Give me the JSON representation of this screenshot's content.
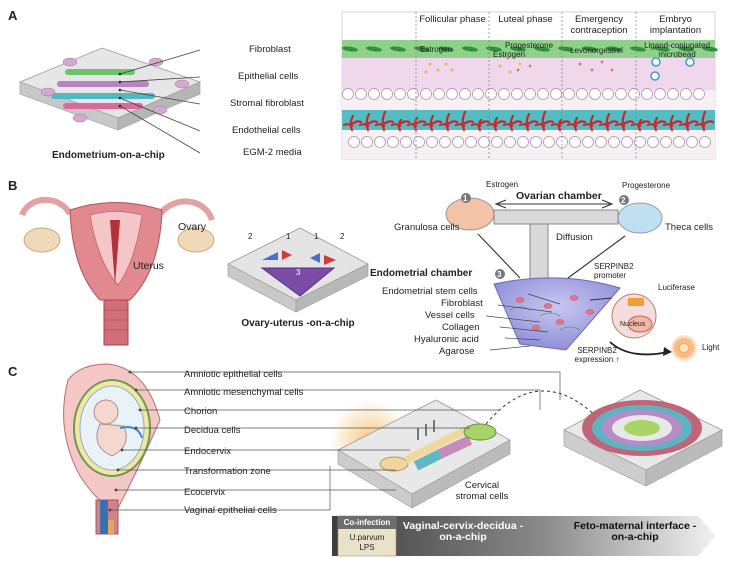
{
  "panel_a": {
    "letter": "A",
    "chip_title": "Endometrium-on-a-chip",
    "layers": [
      "Fibroblast",
      "Epithelial cells",
      "Stromal fibroblast",
      "Endothelial cells",
      "EGM-2 media"
    ],
    "phases": [
      "Follicular phase",
      "Luteal phase",
      "Emergency contraception",
      "Embryo implantation"
    ],
    "agents": {
      "estrogen_1": "Estrogen",
      "progesterone": "Progesterone",
      "estrogen_2": "Estrogen",
      "levonorgestrel": "Levonorgestrel",
      "microbead": "Ligand-conjugated microbead"
    }
  },
  "panel_b": {
    "letter": "B",
    "ovary": "Ovary",
    "uterus": "Uterus",
    "chip_title": "Ovary-uterus -on-a-chip",
    "chip_numbers": [
      "2",
      "1",
      "1",
      "2",
      "3"
    ],
    "ovarian_chamber": "Ovarian chamber",
    "estrogen": "Estrogen",
    "progesterone": "Progesterone",
    "granulosa": "Granulosa cells",
    "theca": "Theca cells",
    "diffusion": "Diffusion",
    "endometrial_chamber": "Endometrial chamber",
    "components": [
      "Endometrial stem cells",
      "Fibroblast",
      "Vessel cells",
      "Collagen",
      "Hyaluronic acid",
      "Agarose"
    ],
    "num_1": "1",
    "num_2": "2",
    "num_3": "3",
    "promoter": "SERPINB2 promoter",
    "luciferase": "Luciferase",
    "nucleus": "Nucleus",
    "expression": "SERPINB2 expression ↑",
    "light": "Light"
  },
  "panel_c": {
    "letter": "C",
    "layers": [
      "Amniotic epithelial cells",
      "Amniotic mesenchymal cells",
      "Chorion",
      "Decidua cells",
      "Endocervix",
      "Transformation zone",
      "Ecocervix",
      "Vaginal epithelial cells"
    ],
    "cervical": "Cervical stromal cells",
    "coinfection_title": "Co-infection",
    "coinfection_items": [
      "U.parvum",
      "LPS"
    ],
    "chip1": "Vaginal-cervix-decidua -on-a-chip",
    "chip2": "Feto-maternal interface -on-a-chip"
  },
  "colors": {
    "fibroblast_band": "#8fd08a",
    "epithelial_band": "#e7c6e5",
    "endothelial_band": "#55bcc4",
    "vessel_red": "#c8282f",
    "chip_glass": "#dcdcdc",
    "arrow_dark": "#3b3b3b"
  }
}
